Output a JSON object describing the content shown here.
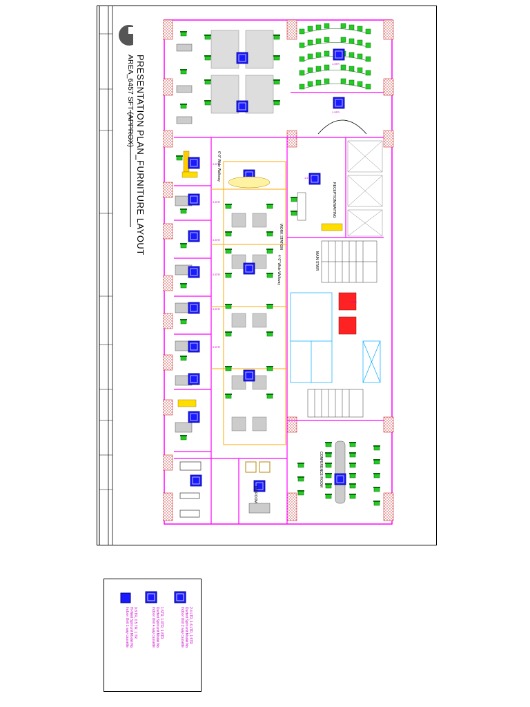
{
  "title_block": {
    "title": "PRESENTATION PLAN_FURNITURE LAYOUT",
    "area": "AREA_6457 SFT (APPROX)"
  },
  "plan_labels": {
    "walkway_top": "6'-0\" Wide Walkway",
    "walkway_mid": "4'-0\" Wide Walkway",
    "work_station": "WORK STATION",
    "main_stair": "MAIN STAIR",
    "waiting": "RECEPTION/WAITING",
    "conference": "CONFERENCE ROOM",
    "md_room": "MD ROOM"
  },
  "legend": {
    "items": [
      {
        "line1": "2.4 LTR, 1.6 LTR, 1.5TR",
        "line2": "Ducted Split unit Model No.",
        "line3": "Indoor Unit 2 way cassette"
      },
      {
        "line1": "1.5TR, 1.0TR, 1.8TR",
        "line2": "Ducted Split unit Model No.",
        "line3": "Indoor Unit 4 way cassette"
      },
      {
        "line1": "0.8 TR, 0.5 TR, 1 TR",
        "line2": "Hi-Wall Split unit Model No.",
        "line3": "Indoor Unit 1 way cassette"
      }
    ]
  },
  "colors": {
    "wall": "#ff00ff",
    "chair": "#22aa22",
    "ac_unit": "#1a1aff",
    "annotation": "#cc00cc",
    "conduit": "#ffaa00",
    "hatch": "#cc3333"
  }
}
